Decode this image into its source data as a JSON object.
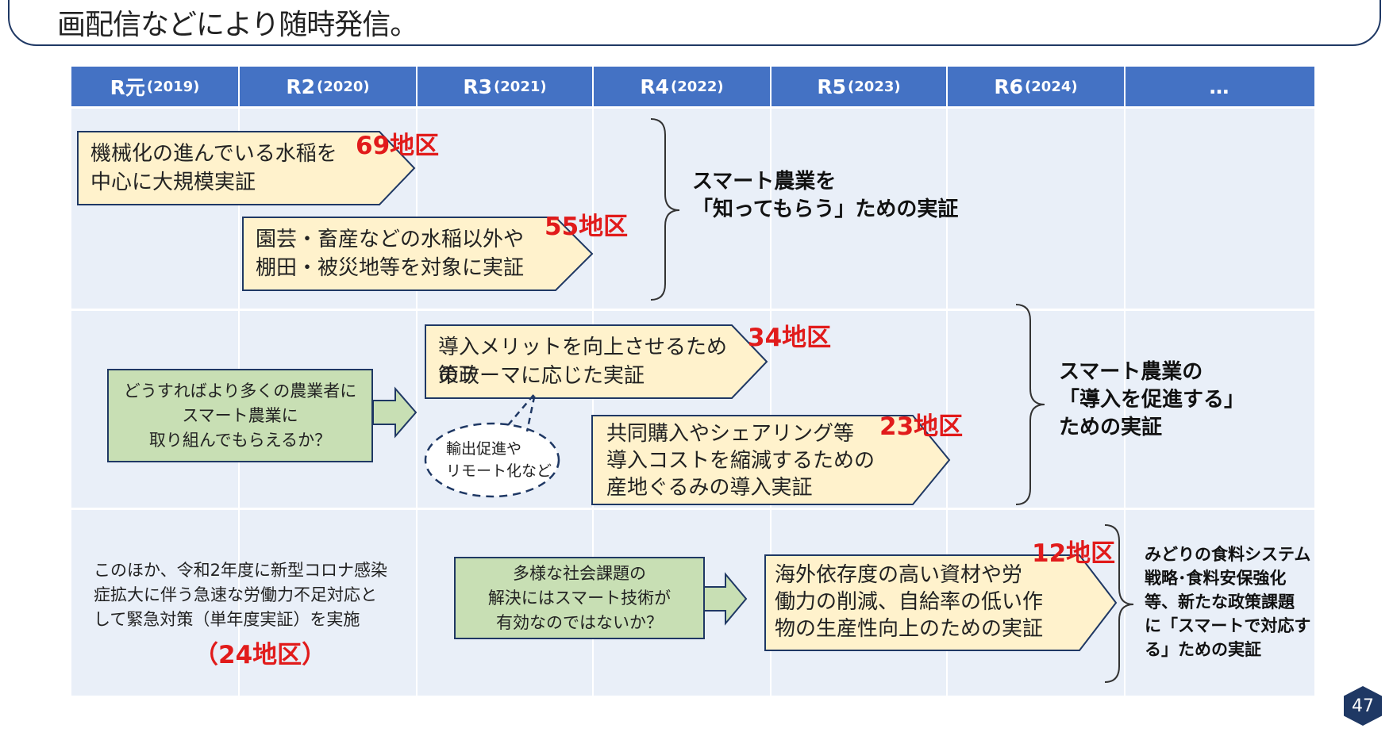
{
  "header": {
    "text": "画配信などにより随時発信。"
  },
  "timeline": {
    "columns": [
      {
        "era": "R元",
        "year": "(2019)"
      },
      {
        "era": "R2",
        "year": "(2020)"
      },
      {
        "era": "R3",
        "year": "(2021)"
      },
      {
        "era": "R4",
        "year": "(2022)"
      },
      {
        "era": "R5",
        "year": "(2023)"
      },
      {
        "era": "R6",
        "year": "(2024)"
      },
      {
        "era": "…",
        "year": ""
      }
    ]
  },
  "section1": {
    "box1": {
      "line1": "機械化の進んでいる水稲を",
      "line2": "中心に大規模実証",
      "count": "69地区"
    },
    "box2": {
      "line1": "園芸・畜産などの水稲以外や",
      "line2": "棚田・被災地等を対象に実証",
      "count": "55地区"
    },
    "label": {
      "line1": "スマート農業を",
      "line2": "「知ってもらう」ための実証"
    }
  },
  "section2": {
    "question": {
      "line1": "どうすればより多くの農業者に",
      "line2": "スマート農業に",
      "line3": "取り組んでもらえるか？"
    },
    "box1": {
      "line1": "導入メリットを向上させるための政",
      "line2": "策テーマに応じた実証",
      "count": "34地区"
    },
    "bubble": {
      "line1": "輸出促進や",
      "line2": "リモート化など"
    },
    "box2": {
      "line1": "共同購入やシェアリング等",
      "line2": "導入コストを縮減するための",
      "line3": "産地ぐるみの導入実証",
      "count": "23地区"
    },
    "label": {
      "line1": "スマート農業の",
      "line2": "「導入を促進する」",
      "line3": "ための実証"
    }
  },
  "section3": {
    "note": {
      "line1": "このほか、令和2年度に新型コロナ感染",
      "line2": "症拡大に伴う急速な労働力不足対応と",
      "line3": "して緊急対策（単年度実証）を実施",
      "count": "（24地区）"
    },
    "question": {
      "line1": "多様な社会課題の",
      "line2": "解決にはスマート技術が",
      "line3": "有効なのではないか？"
    },
    "box1": {
      "line1": "海外依存度の高い資材や労",
      "line2": "働力の削減、自給率の低い作",
      "line3": "物の生産性向上のための実証",
      "count": "12地区"
    },
    "label": {
      "line1": "みどりの食料システム",
      "line2": "戦略･食料安保強化",
      "line3": "等、新たな政策課題",
      "line4": "に「スマートで対応す",
      "line5": "る」ための実証"
    }
  },
  "page_number": "47",
  "colors": {
    "header_blue": "#4472c4",
    "row_bg": "#e9eff8",
    "box_fill": "#fff2cc",
    "box_border": "#1f3864",
    "green": "#c8dfb4",
    "count_red": "#e11b1b"
  }
}
